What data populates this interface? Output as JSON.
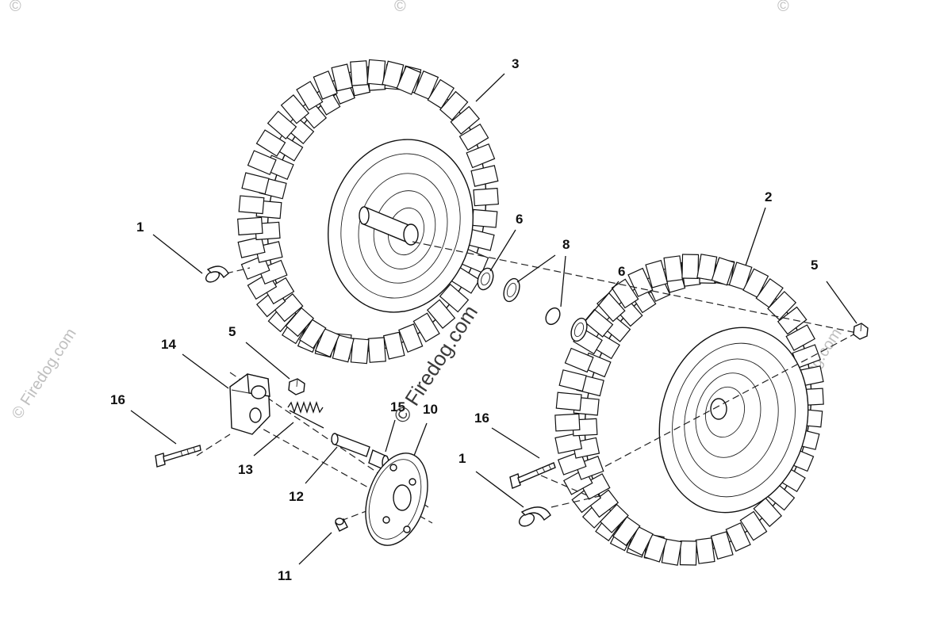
{
  "diagram": {
    "part_numbers": [
      "1",
      "2",
      "3",
      "5",
      "6",
      "8",
      "10",
      "11",
      "12",
      "13",
      "14",
      "15",
      "16"
    ],
    "callouts": {
      "c3": "3",
      "c2": "2",
      "c1a": "1",
      "c6a": "6",
      "c8": "8",
      "c6b": "6",
      "c5a": "5",
      "c14": "14",
      "c5b": "5",
      "c16a": "16",
      "c15": "15",
      "c10": "10",
      "c16b": "16",
      "c13": "13",
      "c12": "12",
      "c1b": "1",
      "c11": "11"
    }
  },
  "watermark": {
    "main": "© Firedog.com",
    "small": "© Firedog.com",
    "corner": "©"
  }
}
